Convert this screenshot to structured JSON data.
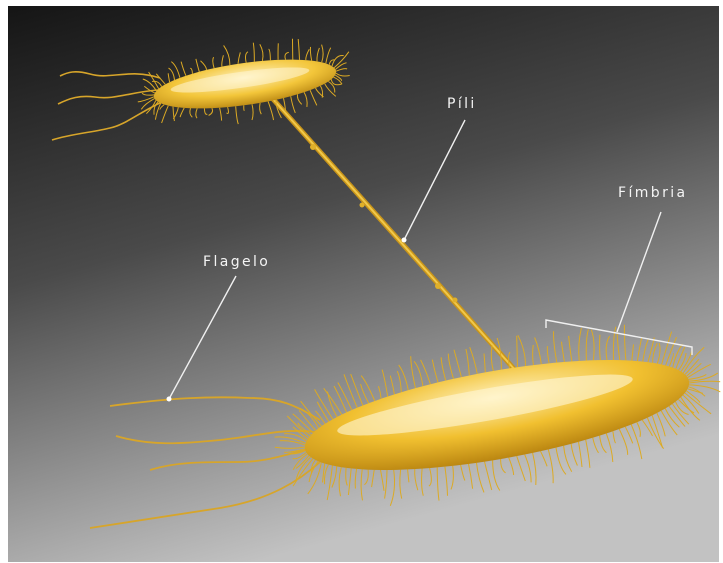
{
  "labels": {
    "pili": "Píli",
    "fimbria": "Fímbria",
    "flagelo": "Flagelo"
  },
  "colors": {
    "background_top": "#1c1c1c",
    "background_bottom": "#b9b9b9",
    "cell_body": "#f2c12e",
    "cell_highlight": "#fff6cf",
    "appendage": "#d9a520",
    "leader_line": "#f0f0f0"
  }
}
